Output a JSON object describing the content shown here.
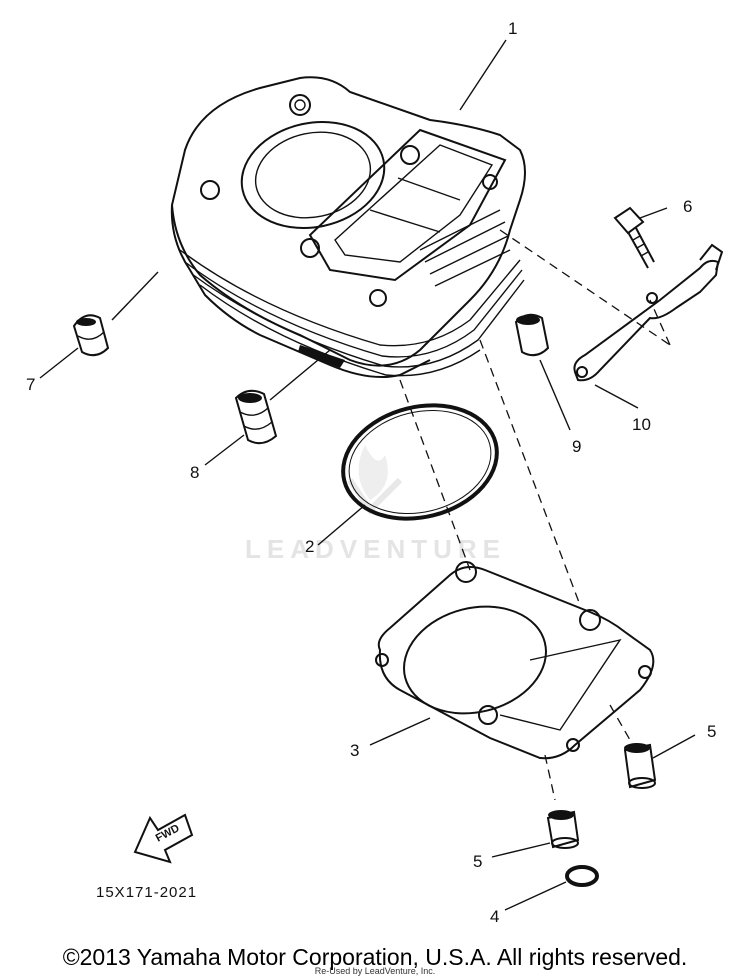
{
  "watermark": "LEADVENTURE",
  "diagram_code": "15X171-2021",
  "fwd_label": "FWD",
  "callouts": [
    {
      "id": "1",
      "label": "1"
    },
    {
      "id": "2",
      "label": "2"
    },
    {
      "id": "3",
      "label": "3"
    },
    {
      "id": "4",
      "label": "4"
    },
    {
      "id": "5a",
      "label": "5"
    },
    {
      "id": "5b",
      "label": "5"
    },
    {
      "id": "6",
      "label": "6"
    },
    {
      "id": "7",
      "label": "7"
    },
    {
      "id": "8",
      "label": "8"
    },
    {
      "id": "9",
      "label": "9"
    },
    {
      "id": "10",
      "label": "10"
    }
  ],
  "footer": {
    "copyright": "©2013 Yamaha Motor Corporation, U.S.A. All rights reserved.",
    "reprint": "Re-Used by LeadVenture, Inc."
  }
}
